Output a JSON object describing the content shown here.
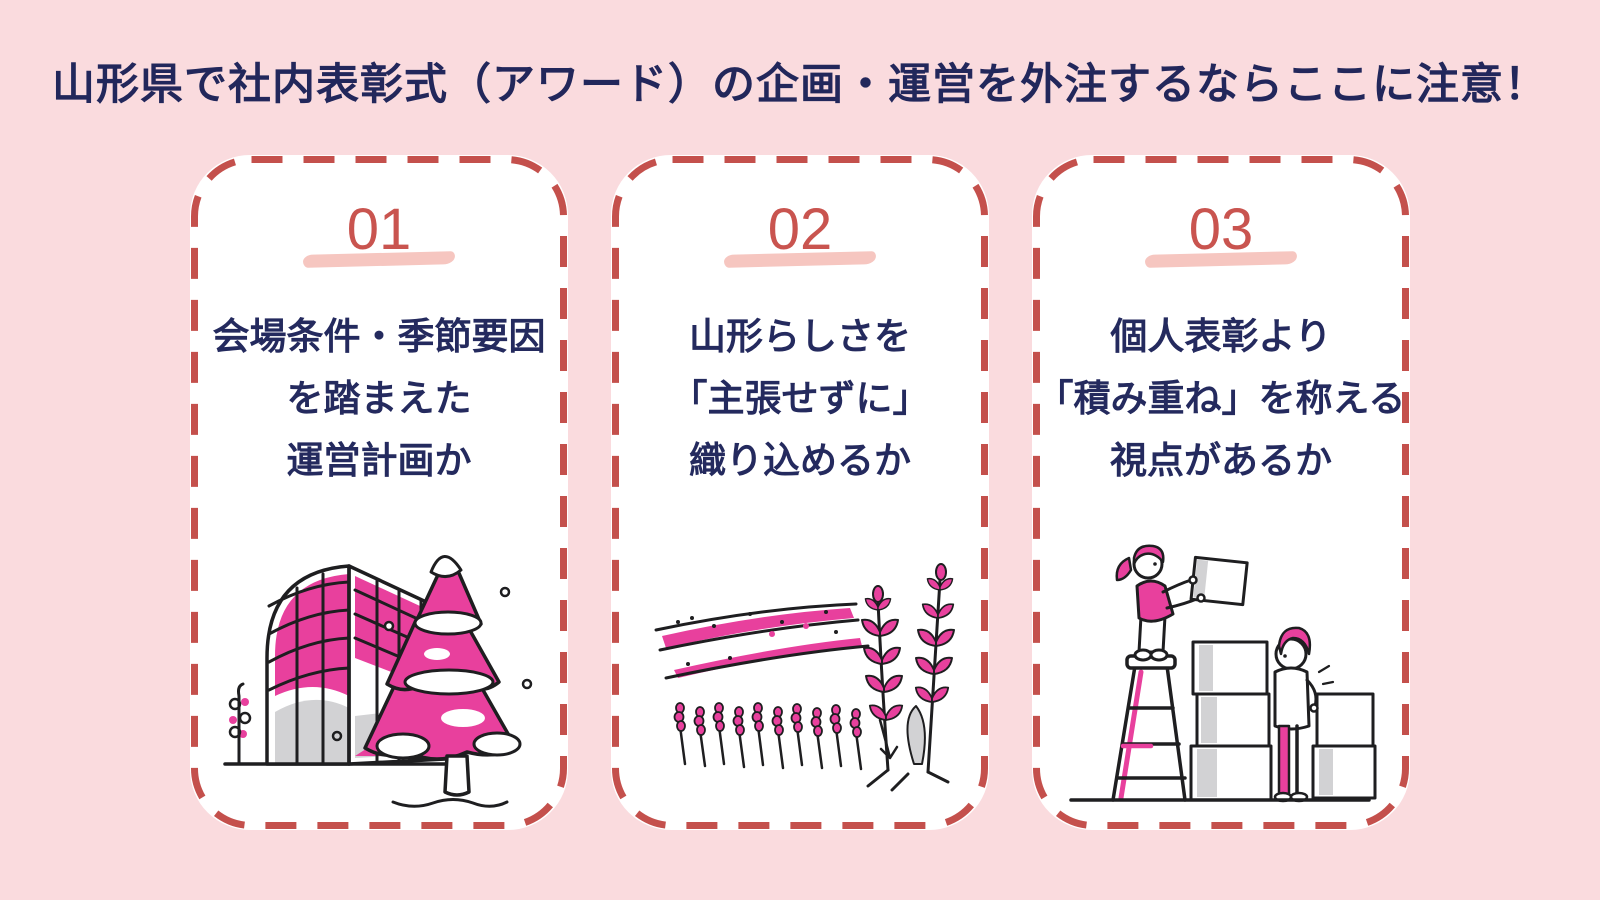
{
  "page": {
    "title": "山形県で社内表彰式（アワード）の企画・運営を外注するならここに注意！"
  },
  "colors": {
    "background": "#fadbde",
    "card_background": "#ffffff",
    "card_border_red": "#c4504c",
    "number_red": "#c9544f",
    "number_underline_pink": "#f6c6c0",
    "text_navy": "#242a5e",
    "illustration_magenta": "#e8409d",
    "illustration_line": "#1e1e20",
    "illustration_grey": "#d2d2d4"
  },
  "cards": [
    {
      "number": "01",
      "lines": [
        "会場条件・季節要因",
        "を踏まえた",
        "運営計画か"
      ],
      "illustration": "building-and-snowy-tree"
    },
    {
      "number": "02",
      "lines": [
        "山形らしさを",
        "「主張せずに」",
        "織り込めるか"
      ],
      "illustration": "lavender-field"
    },
    {
      "number": "03",
      "lines": [
        "個人表彰より",
        "「積み重ね」を称える",
        "視点があるか"
      ],
      "illustration": "people-stacking-boxes"
    }
  ]
}
